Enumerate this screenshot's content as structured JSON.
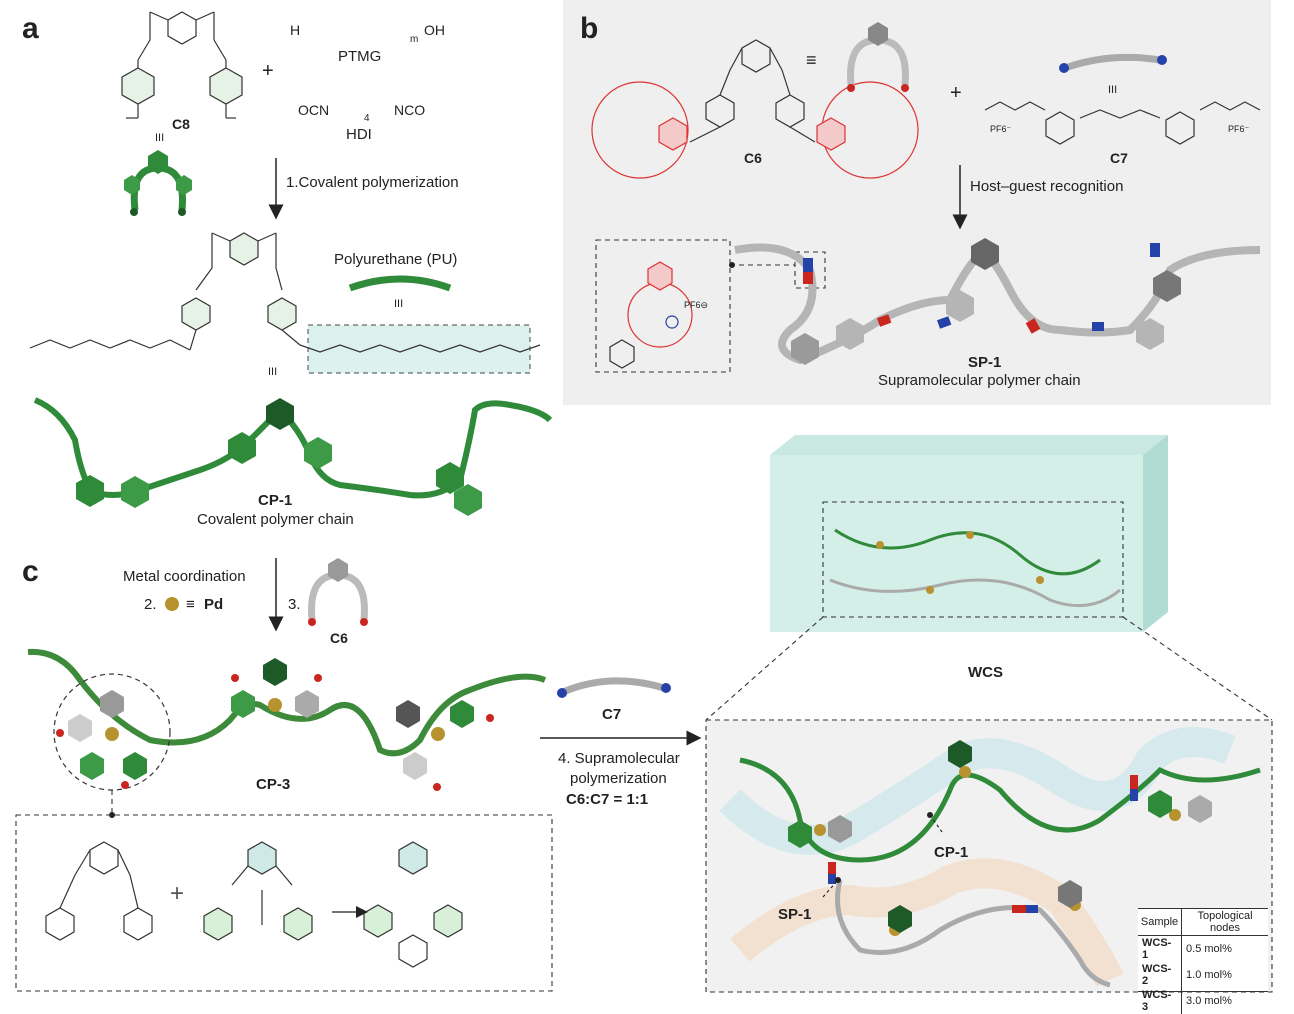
{
  "panels": {
    "a": "a",
    "b": "b",
    "c": "c"
  },
  "panel_a": {
    "monomer": "C8",
    "plus": "+",
    "ptmg_formula_h": "H",
    "ptmg_formula_oh": "OH",
    "ptmg_formula_m": "m",
    "ptmg": "PTMG",
    "hdi_formula_left": "OCN",
    "hdi_formula_right": "NCO",
    "hdi_formula_sub": "4",
    "hdi": "HDI",
    "step": "1.Covalent polymerization",
    "equiv": "III",
    "pu": "Polyurethane (PU)",
    "polymer_name": "CP-1",
    "polymer_desc": "Covalent polymer chain"
  },
  "panel_b": {
    "host": "C6",
    "equiv_symbol": "≡",
    "plus": "+",
    "guest": "C7",
    "guest_equiv": "III",
    "counterion_left": "PF6⁻",
    "counterion_right": "PF6⁻",
    "step": "Host–guest recognition",
    "counterion_inset": "PF6⊖",
    "polymer_name": "SP-1",
    "polymer_desc": "Supramolecular polymer chain"
  },
  "panel_c": {
    "step2": "Metal coordination",
    "step2_num": "2.",
    "pd_equiv": "≡",
    "pd": "Pd",
    "step3_num": "3.",
    "c6": "C6",
    "cp3": "CP-3",
    "c7": "C7",
    "step4_line1": "4. Supramolecular",
    "step4_line2": "polymerization",
    "ratio": "C6:C7 = 1:1",
    "plus": "+",
    "wcs": "WCS",
    "cp1_label": "CP-1",
    "sp1_label": "SP-1"
  },
  "table": {
    "headers": [
      "Sample",
      "Topological nodes"
    ],
    "rows": [
      [
        "WCS-1",
        "0.5 mol%"
      ],
      [
        "WCS-2",
        "1.0 mol%"
      ],
      [
        "WCS-3",
        "3.0 mol%"
      ]
    ]
  },
  "colors": {
    "green": "#2f8a3a",
    "dark_green": "#1e5a28",
    "gray": "#b9b9b9",
    "red": "#c8261f",
    "blue": "#2442a8",
    "teal_bg": "#cfece5",
    "panel_b_bg": "#efefef",
    "pd_gold": "#b8922f"
  }
}
